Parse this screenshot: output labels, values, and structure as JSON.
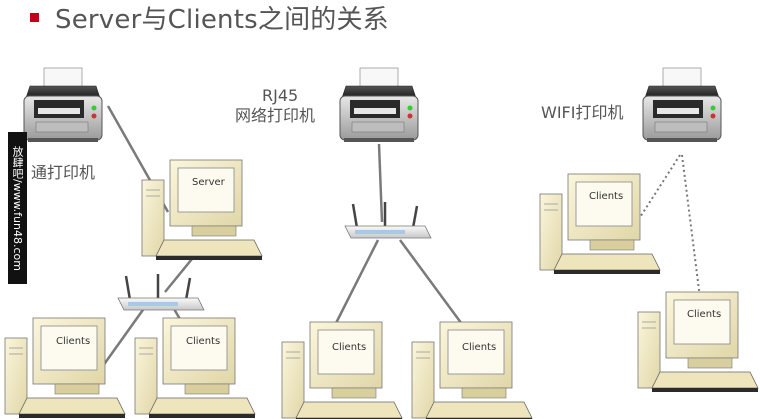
{
  "title": "Server与Clients之间的关系",
  "labels": {
    "rj45": "RJ45",
    "rj45_sub": "网络打印机",
    "wifi": "WIFI打印机",
    "ordinary": "通打印机"
  },
  "computers": {
    "server": "Server",
    "clients": "Clients"
  },
  "watermark": "放肆吧/www.fun48.com",
  "colors": {
    "bullet": "#c0001a",
    "title": "#555555"
  }
}
